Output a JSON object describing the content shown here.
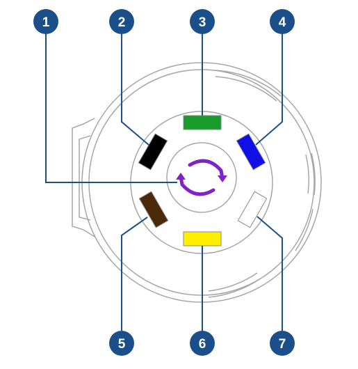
{
  "colors": {
    "badge": "#1b4f8a",
    "leader": "#1b4f8a",
    "outline": "#a6a6a6",
    "arrow": "#7f22c8",
    "pin_outline": "#888888"
  },
  "pins": [
    {
      "number": "1",
      "color_name": "purple",
      "color": "#7f22c8"
    },
    {
      "number": "2",
      "color_name": "black",
      "color": "#000000"
    },
    {
      "number": "3",
      "color_name": "green",
      "color": "#189a2c"
    },
    {
      "number": "4",
      "color_name": "blue",
      "color": "#1010e6"
    },
    {
      "number": "5",
      "color_name": "brown",
      "color": "#4a2a08"
    },
    {
      "number": "6",
      "color_name": "yellow",
      "color": "#ffee00"
    },
    {
      "number": "7",
      "color_name": "white",
      "color": "#ffffff"
    }
  ]
}
